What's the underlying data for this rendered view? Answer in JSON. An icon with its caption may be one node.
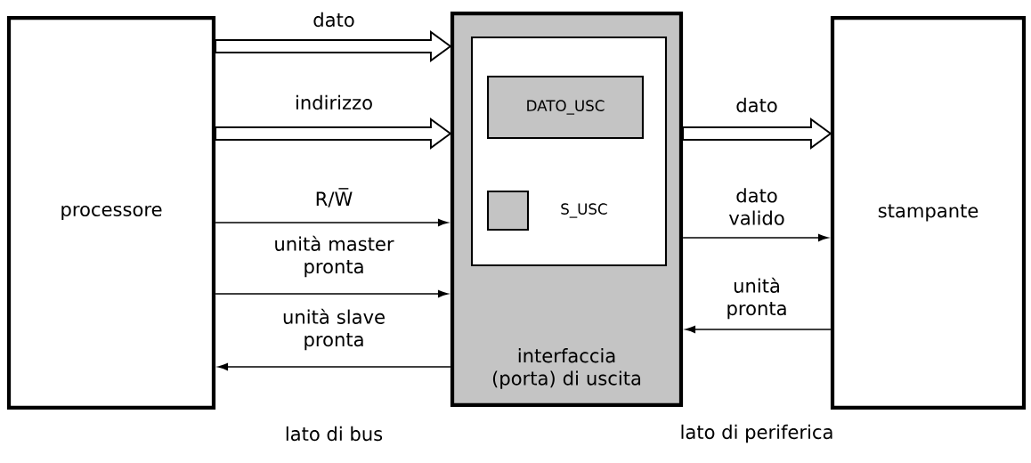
{
  "diagram": {
    "nodes": [
      {
        "text": [
          "processore"
        ]
      },
      {
        "text": [
          "interfaccia (porta) di uscita"
        ]
      },
      {
        "text": [],
        "shape": "box",
        "in": 1
      },
      {
        "text": [
          "DATO_USC"
        ],
        "in": 2
      },
      {
        "text": [],
        "shape": "box",
        "in": 2,
        "beside": [
          "S_USC"
        ]
      },
      {
        "text": [
          "stampante"
        ]
      }
    ],
    "edges": [
      {
        "from": 0,
        "to": 1,
        "arrow": "to",
        "label": "dato",
        "style": "thick"
      },
      {
        "from": 0,
        "to": 1,
        "arrow": "to",
        "label": "indirizzo",
        "style": "thick"
      },
      {
        "from": 0,
        "to": 1,
        "arrow": "to",
        "label": "R/W̅"
      },
      {
        "from": 0,
        "to": 1,
        "arrow": "to",
        "label": "unità master pronta"
      },
      {
        "from": 1,
        "to": 0,
        "arrow": "to",
        "label": "unità slave pronta"
      },
      {
        "from": 1,
        "to": 5,
        "arrow": "to",
        "label": "dato",
        "style": "thick"
      },
      {
        "from": 1,
        "to": 5,
        "arrow": "to",
        "label": "dato valido"
      },
      {
        "from": 5,
        "to": 1,
        "arrow": "to",
        "label": "unità pronta"
      }
    ],
    "labels": [
      "lato di bus",
      "lato di periferica"
    ]
  }
}
